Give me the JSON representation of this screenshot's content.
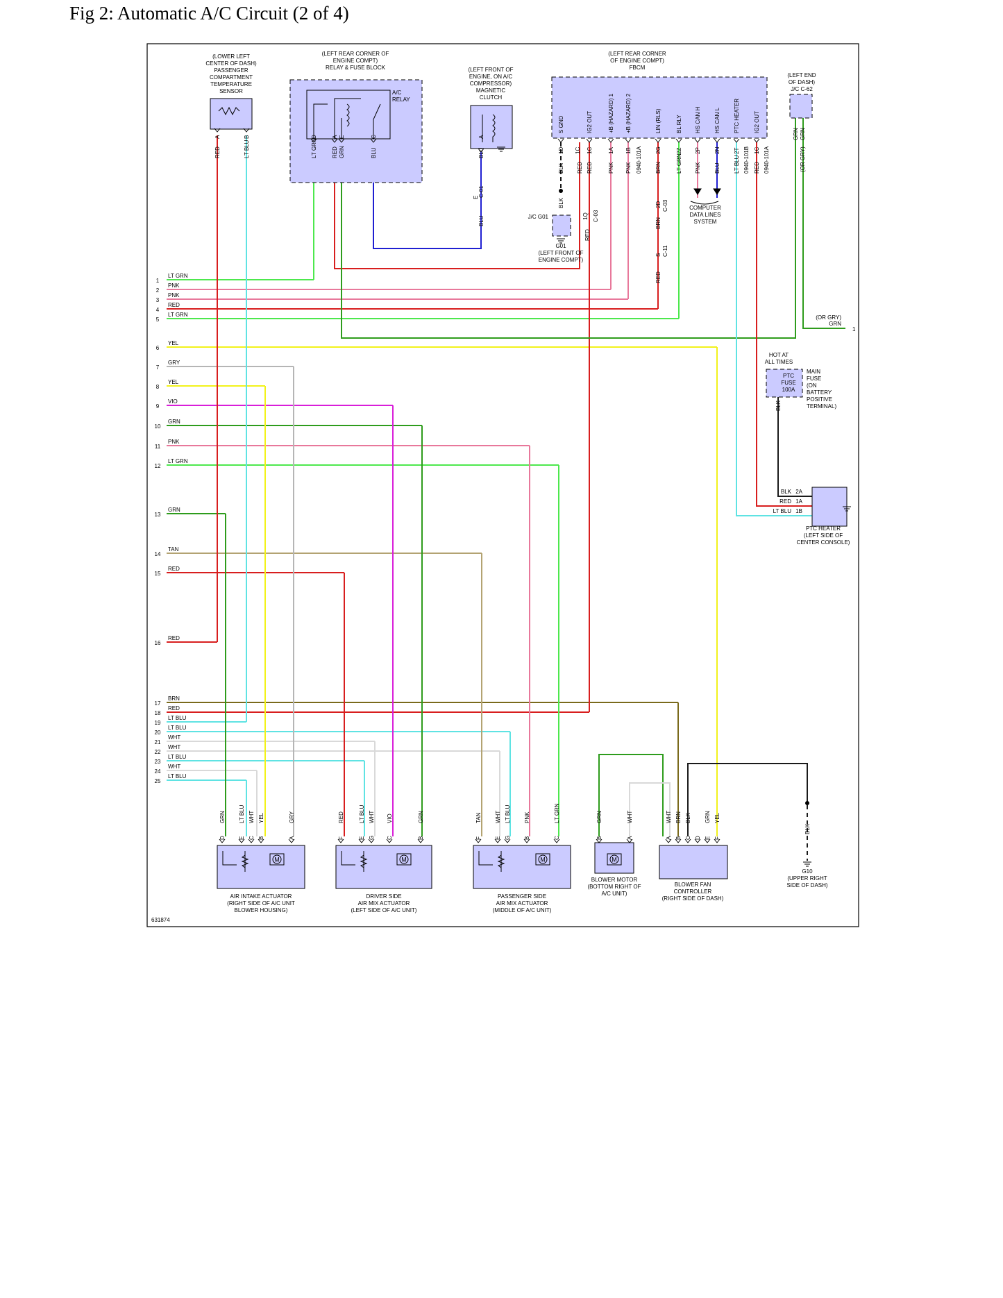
{
  "title": "Fig 2: Automatic A/C Circuit (2 of 4)",
  "figure_id": "631874",
  "colors": {
    "RED": "#d81e1e",
    "LT BLU": "#5fe3e3",
    "LT GRN": "#4de84d",
    "PNK": "#e8789b",
    "YEL": "#f2f21a",
    "GRY": "#b5b5b5",
    "VIO": "#d91ed9",
    "GRN": "#2e9c1c",
    "TAN": "#b3a372",
    "BRN": "#7a6a1c",
    "WHT": "#d9d9d9",
    "BLU": "#1f1fd1",
    "BLK": "#1a1a1a",
    "component": "#cbcbff"
  },
  "components": {
    "temp_sensor": [
      "(LOWER LEFT",
      "CENTER OF DASH)",
      "PASSENGER",
      "COMPARTMENT",
      "TEMPERATURE",
      "SENSOR"
    ],
    "relay_block": [
      "(LEFT REAR CORNER OF",
      "ENGINE COMPT)",
      "RELAY & FUSE BLOCK"
    ],
    "ac_relay": [
      "A/C",
      "RELAY"
    ],
    "clutch": [
      "(LEFT FRONT OF",
      "ENGINE, ON A/C",
      "COMPRESSOR)",
      "MAGNETIC",
      "CLUTCH"
    ],
    "fbcm": [
      "(LEFT REAR CORNER",
      "OF ENGINE COMPT)",
      "FBCM"
    ],
    "jc62": [
      "(LEFT END",
      "OF DASH)",
      "J/C C-62"
    ],
    "jcg01": "J/C G01",
    "g01": [
      "G01",
      "(LEFT FRONT OF",
      "ENGINE COMPT)"
    ],
    "data_lines": [
      "COMPUTER",
      "DATA LINES",
      "SYSTEM"
    ],
    "hot": [
      "HOT AT",
      "ALL TIMES"
    ],
    "ptc_fuse": [
      "PTC",
      "FUSE",
      "100A"
    ],
    "main_fuse": [
      "MAIN",
      "FUSE",
      "(ON",
      "BATTERY",
      "POSITIVE",
      "TERMINAL)"
    ],
    "ptc_heater": [
      "PTC HEATER",
      "(LEFT SIDE OF",
      "CENTER CONSOLE)"
    ],
    "air_intake": [
      "AIR INTAKE ACTUATOR",
      "(RIGHT SIDE OF A/C UNIT",
      "BLOWER HOUSING)"
    ],
    "driver_mix": [
      "DRIVER SIDE",
      "AIR MIX ACTUATOR",
      "(LEFT SIDE OF A/C UNIT)"
    ],
    "pass_mix": [
      "PASSENGER SIDE",
      "AIR MIX ACTUATOR",
      "(MIDDLE OF A/C UNIT)"
    ],
    "blower_motor": [
      "BLOWER MOTOR",
      "(BOTTOM RIGHT OF",
      "A/C UNIT)"
    ],
    "blower_ctrl": [
      "BLOWER FAN",
      "CONTROLLER",
      "(RIGHT SIDE OF DASH)"
    ],
    "g10": [
      "G10",
      "(UPPER RIGHT",
      "SIDE OF DASH)"
    ]
  },
  "fbcm_pins": [
    "S GND",
    "IG2 OUT",
    "+B (HAZARD) 1",
    "+B (HAZARD) 2",
    "LIN (RLS)",
    "BL RLY",
    "HS CAN H",
    "HS CAN L",
    "PTC HEATER",
    "IG2 OUT"
  ],
  "fbcm_terms": [
    "1D",
    "1C",
    "1A",
    "1B",
    "2G",
    "2Z",
    "2P",
    "2N",
    "2T",
    "1C"
  ],
  "fbcm_wires": [
    "BLK",
    "RED",
    "RED",
    "PNK",
    "PNK",
    "0940-101A",
    "BRN",
    "LT GRN",
    "PNK",
    "BLU",
    "LT BLU",
    "0940-101B",
    "RED",
    "0940-101A"
  ],
  "misc_labels": {
    "c01": "C-01",
    "c03": "C-03",
    "c11": "C-11",
    "pinE": "E",
    "pin1Q": "1Q",
    "pin2D": "2D",
    "pinS": "S",
    "or_gry": "(OR GRY)",
    "grn": "GRN",
    "one": "1",
    "blk": "BLK",
    "red": "RED",
    "ltblu": "LT BLU",
    "blu": "BLU",
    "pnk": "PNK",
    "brn": "BRN",
    "grnw": "GRN",
    "p2A": "2A",
    "p1A": "1A",
    "p1B": "1B",
    "relayD": "D",
    "relayA": "A",
    "relayE": "E",
    "relayC": "C",
    "sensA": "A",
    "sensB": "B",
    "clA": "A"
  },
  "harness": [
    {
      "n": "1",
      "label": "LT GRN",
      "color": "LT GRN"
    },
    {
      "n": "2",
      "label": "PNK",
      "color": "PNK"
    },
    {
      "n": "3",
      "label": "PNK",
      "color": "PNK"
    },
    {
      "n": "4",
      "label": "RED",
      "color": "RED"
    },
    {
      "n": "5",
      "label": "LT GRN",
      "color": "LT GRN"
    },
    {
      "n": "6",
      "label": "YEL",
      "color": "YEL"
    },
    {
      "n": "7",
      "label": "GRY",
      "color": "GRY"
    },
    {
      "n": "8",
      "label": "YEL",
      "color": "YEL"
    },
    {
      "n": "9",
      "label": "VIO",
      "color": "VIO"
    },
    {
      "n": "10",
      "label": "GRN",
      "color": "GRN"
    },
    {
      "n": "11",
      "label": "PNK",
      "color": "PNK"
    },
    {
      "n": "12",
      "label": "LT GRN",
      "color": "LT GRN"
    },
    {
      "n": "13",
      "label": "GRN",
      "color": "GRN"
    },
    {
      "n": "14",
      "label": "TAN",
      "color": "TAN"
    },
    {
      "n": "15",
      "label": "RED",
      "color": "RED"
    },
    {
      "n": "16",
      "label": "RED",
      "color": "RED"
    },
    {
      "n": "17",
      "label": "BRN",
      "color": "BRN"
    },
    {
      "n": "18",
      "label": "RED",
      "color": "RED"
    },
    {
      "n": "19",
      "label": "LT BLU",
      "color": "LT BLU"
    },
    {
      "n": "20",
      "label": "LT BLU",
      "color": "LT BLU"
    },
    {
      "n": "21",
      "label": "WHT",
      "color": "WHT"
    },
    {
      "n": "22",
      "label": "WHT",
      "color": "WHT"
    },
    {
      "n": "23",
      "label": "LT BLU",
      "color": "LT BLU"
    },
    {
      "n": "24",
      "label": "WHT",
      "color": "WHT"
    },
    {
      "n": "25",
      "label": "LT BLU",
      "color": "LT BLU"
    }
  ],
  "bottom_pins": [
    {
      "wire": "GRN",
      "pin": "D"
    },
    {
      "wire": "LT BLU",
      "pin": "E"
    },
    {
      "wire": "WHT",
      "pin": "C"
    },
    {
      "wire": "YEL",
      "pin": "B"
    },
    {
      "wire": "GRY",
      "pin": "A"
    },
    {
      "wire": "RED",
      "pin": "F"
    },
    {
      "wire": "LT BLU",
      "pin": "E"
    },
    {
      "wire": "WHT",
      "pin": "G"
    },
    {
      "wire": "VIO",
      "pin": "C"
    },
    {
      "wire": "GRN",
      "pin": "B"
    },
    {
      "wire": "TAN",
      "pin": "F"
    },
    {
      "wire": "WHT",
      "pin": "E"
    },
    {
      "wire": "LT BLU",
      "pin": "G"
    },
    {
      "wire": "PNK",
      "pin": "B"
    },
    {
      "wire": "LT GRN",
      "pin": "C"
    },
    {
      "wire": "GRN",
      "pin": "B"
    },
    {
      "wire": "WHT",
      "pin": "A"
    },
    {
      "wire": "WHT",
      "pin": "A"
    },
    {
      "wire": "BRN",
      "pin": "B"
    },
    {
      "wire": "BLK",
      "pin": "C"
    },
    {
      "wire": "GRN",
      "pin": "E"
    },
    {
      "wire": "YEL",
      "pin": "F"
    }
  ],
  "bottom_extra_pin": "D",
  "top_pins": [
    {
      "wire": "RED",
      "pin": "A"
    },
    {
      "wire": "LT BLU",
      "pin": "B"
    },
    {
      "wire": "LT GRN",
      "pin": "D"
    },
    {
      "wire": "RED",
      "pin": "A"
    },
    {
      "wire": "GRN",
      "pin": "E"
    },
    {
      "wire": "BLU",
      "pin": "C"
    },
    {
      "wire": "BLU",
      "pin": "A"
    }
  ],
  "jc62_wires": [
    "GRN",
    "GRN",
    "(OR GRY)"
  ]
}
